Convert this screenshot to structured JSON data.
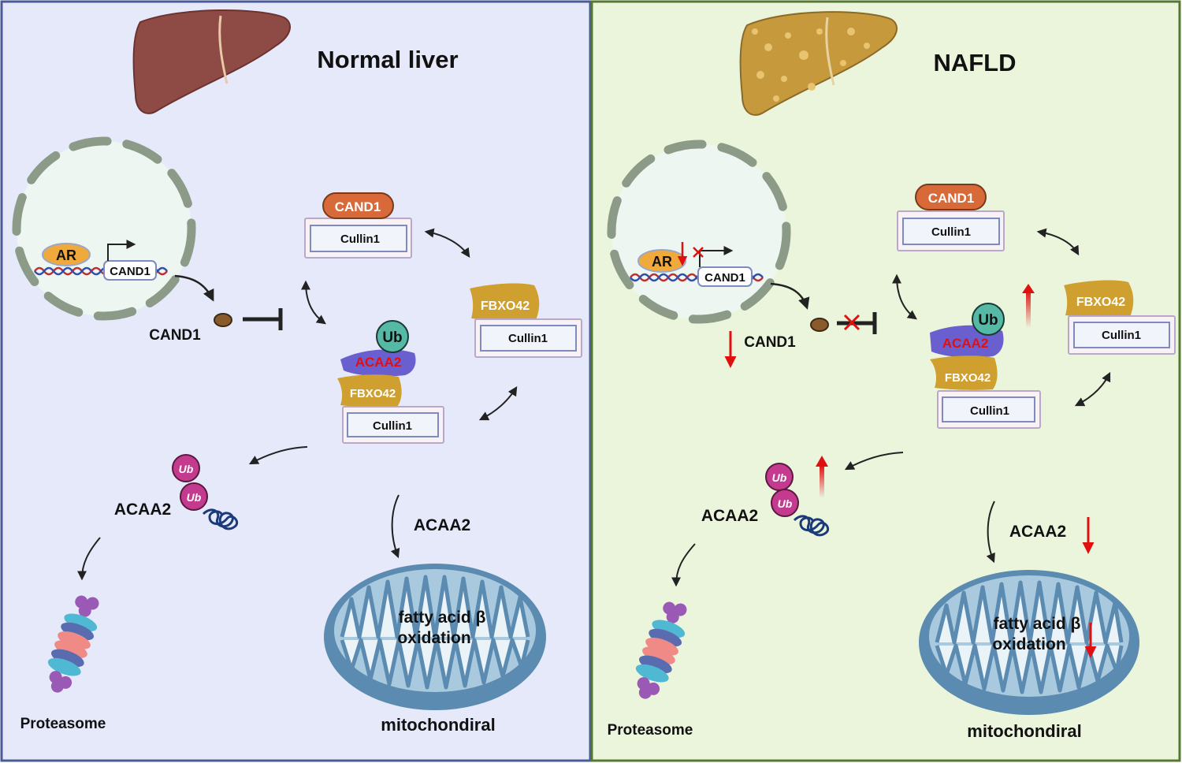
{
  "colors": {
    "left_bg": "#e6e9fa",
    "left_border": "#4a5a9a",
    "right_bg": "#ebf5dc",
    "right_border": "#557a2f",
    "cand1": "#d86a3a",
    "fbxo42": "#cfa030",
    "acaa2_body": "#6a5fcf",
    "acaa2_text": "#e01010",
    "ub_teal": "#56b9a6",
    "ub_magenta": "#c43a8f",
    "red_arrow": "#e01010",
    "mito": "#7fa7c6"
  },
  "left": {
    "title": "Normal liver",
    "ar": "AR",
    "cand1_gene": "CAND1",
    "cand1_protein_label": "CAND1",
    "cand1_pill": "CAND1",
    "cullin1_top": "Cullin1",
    "fbxo42_right": "FBXO42",
    "cullin1_right": "Cullin1",
    "ub_complex": "Ub",
    "acaa2_complex": "ACAA2",
    "fbxo42_complex": "FBXO42",
    "cullin1_complex": "Cullin1",
    "ub1": "Ub",
    "ub2": "Ub",
    "acaa2_ubiquitinated": "ACAA2",
    "acaa2_mito": "ACAA2",
    "fatty_acid_line1": "fatty acid β",
    "fatty_acid_line2": "oxidation",
    "mitochondrial": "mitochondiral",
    "proteasome": "Proteasome"
  },
  "right": {
    "title": "NAFLD",
    "ar": "AR",
    "cand1_gene": "CAND1",
    "cand1_protein_label": "CAND1",
    "cand1_pill": "CAND1",
    "cullin1_top": "Cullin1",
    "fbxo42_right": "FBXO42",
    "cullin1_right": "Cullin1",
    "ub_complex": "Ub",
    "acaa2_complex": "ACAA2",
    "fbxo42_complex": "FBXO42",
    "cullin1_complex": "Cullin1",
    "ub1": "Ub",
    "ub2": "Ub",
    "acaa2_ubiquitinated": "ACAA2",
    "acaa2_mito": "ACAA2",
    "fatty_acid_line1": "fatty acid β",
    "fatty_acid_line2": "oxidation",
    "mitochondrial": "mitochondiral",
    "proteasome": "Proteasome"
  }
}
